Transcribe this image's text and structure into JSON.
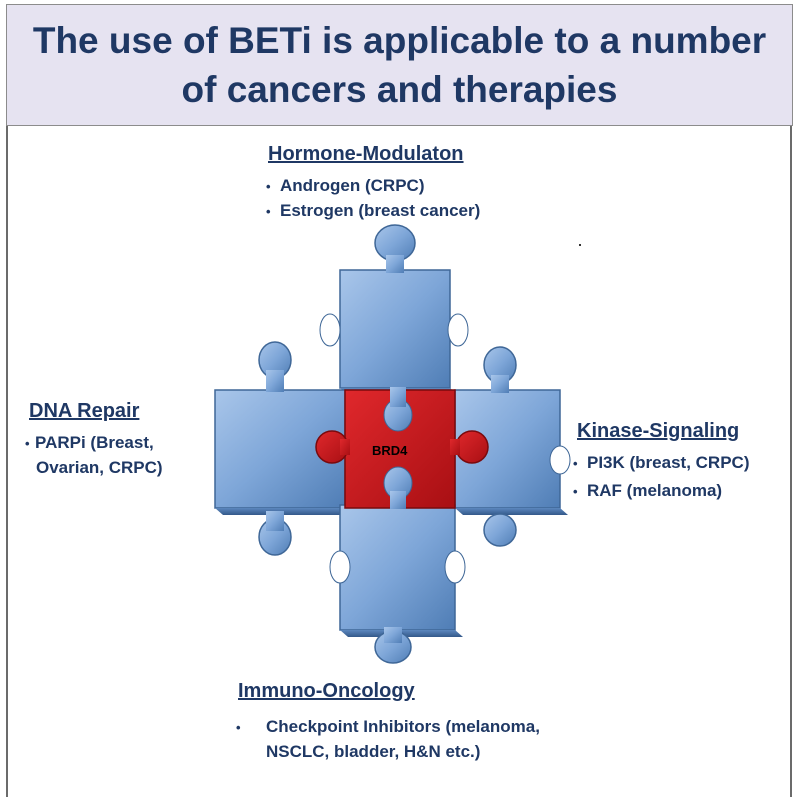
{
  "title": {
    "line1": "The use of BETi is applicable to a number",
    "line2": "of cancers and therapies"
  },
  "sections": {
    "top": {
      "heading": "Hormone-Modulaton",
      "items": [
        "Androgen (CRPC)",
        "Estrogen (breast cancer)"
      ]
    },
    "left": {
      "heading": "DNA Repair",
      "items": [
        "PARPi (Breast,",
        "Ovarian, CRPC)"
      ]
    },
    "right": {
      "heading": "Kinase-Signaling",
      "items": [
        "PI3K (breast, CRPC)",
        "RAF (melanoma)"
      ]
    },
    "bottom": {
      "heading": "Immuno-Oncology",
      "items": [
        "Checkpoint Inhibitors (melanoma,",
        "NSCLC, bladder, H&N etc.)"
      ]
    }
  },
  "center_piece": {
    "label": "BRD4",
    "color": "#c8171b"
  },
  "piece_color": "#7ea6d8",
  "bullet_char": "•"
}
